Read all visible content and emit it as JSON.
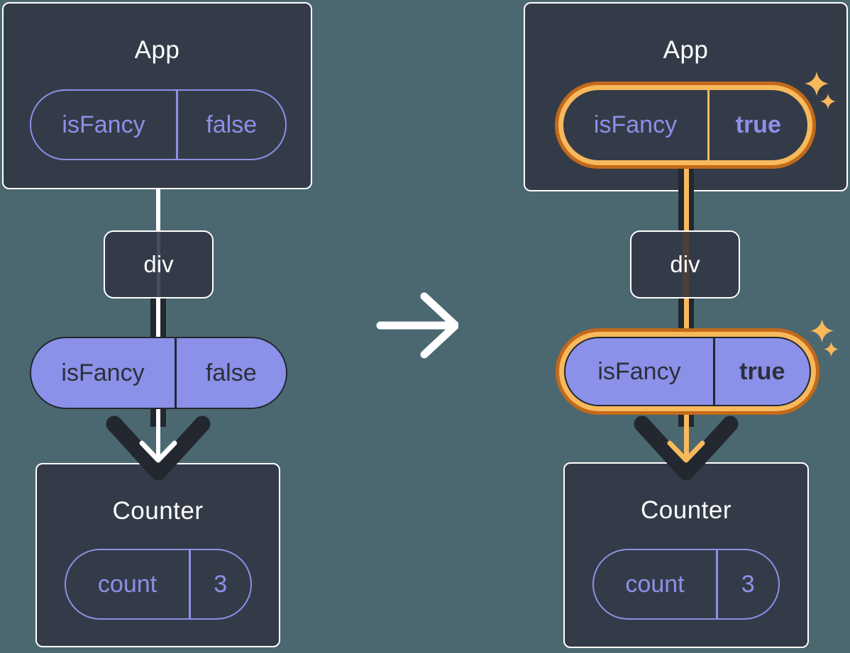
{
  "colors": {
    "background": "#4B6870",
    "component_box": "#343B48",
    "dark_line": "#23272F",
    "purple": "#8B90E8",
    "orange_light": "#F7B95C",
    "orange_dark": "#C2691A",
    "white": "#FFFFFF"
  },
  "icons": {
    "transition_arrow": "right-arrow",
    "sparkle": "four-point-star"
  },
  "left_tree": {
    "app": {
      "title": "App",
      "prop": {
        "name": "isFancy",
        "value": "false"
      }
    },
    "div_node": {
      "label": "div"
    },
    "passed_prop": {
      "name": "isFancy",
      "value": "false"
    },
    "counter": {
      "title": "Counter",
      "state": {
        "name": "count",
        "value": "3"
      }
    }
  },
  "right_tree": {
    "app": {
      "title": "App",
      "prop": {
        "name": "isFancy",
        "value": "true"
      }
    },
    "div_node": {
      "label": "div"
    },
    "passed_prop": {
      "name": "isFancy",
      "value": "true"
    },
    "counter": {
      "title": "Counter",
      "state": {
        "name": "count",
        "value": "3"
      }
    }
  }
}
